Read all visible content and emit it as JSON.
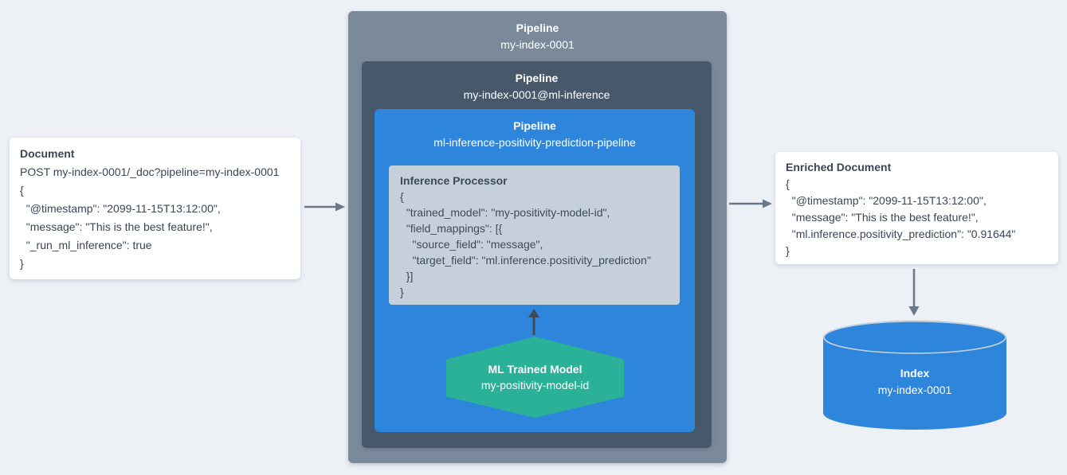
{
  "document_card": {
    "title": "Document",
    "lines": [
      "POST my-index-0001/_doc?pipeline=my-index-0001",
      "{",
      "  \"@timestamp\": \"2099-11-15T13:12:00\",",
      "  \"message\": \"This is the best feature!\",",
      "  \"_run_ml_inference\": true",
      "}"
    ]
  },
  "pipelines": {
    "outer": {
      "label": "Pipeline",
      "name": "my-index-0001"
    },
    "ml_inference": {
      "label": "Pipeline",
      "name": "my-index-0001@ml-inference"
    },
    "inference": {
      "label": "Pipeline",
      "name": "ml-inference-positivity-prediction-pipeline"
    }
  },
  "inference_processor": {
    "title": "Inference Processor",
    "lines": [
      "{",
      "  \"trained_model\": \"my-positivity-model-id\",",
      "  \"field_mappings\": [{",
      "    \"source_field\": \"message\",",
      "    \"target_field\": \"ml.inference.positivity_prediction\"",
      "  }]",
      "}"
    ]
  },
  "trained_model": {
    "title": "ML Trained Model",
    "name": "my-positivity-model-id"
  },
  "enriched_card": {
    "title": "Enriched Document",
    "lines": [
      "{",
      "  \"@timestamp\": \"2099-11-15T13:12:00\",",
      "  \"message\": \"This is the best feature!\",",
      "  \"ml.inference.positivity_prediction\": \"0.91644\"",
      "}"
    ]
  },
  "index": {
    "title": "Index",
    "name": "my-index-0001"
  },
  "colors": {
    "background": "#edf1f6",
    "pipeline_outer": "#7a8a9b",
    "pipeline_dark": "#47586b",
    "pipeline_blue": "#2e86dc",
    "processor_gray": "#c6d0da",
    "model_teal": "#2ab197",
    "cylinder_blue": "#2e86dc",
    "arrow_slate": "#6b7a8b",
    "arrow_dark": "#3e4a58",
    "text_dark": "#3b4557"
  }
}
